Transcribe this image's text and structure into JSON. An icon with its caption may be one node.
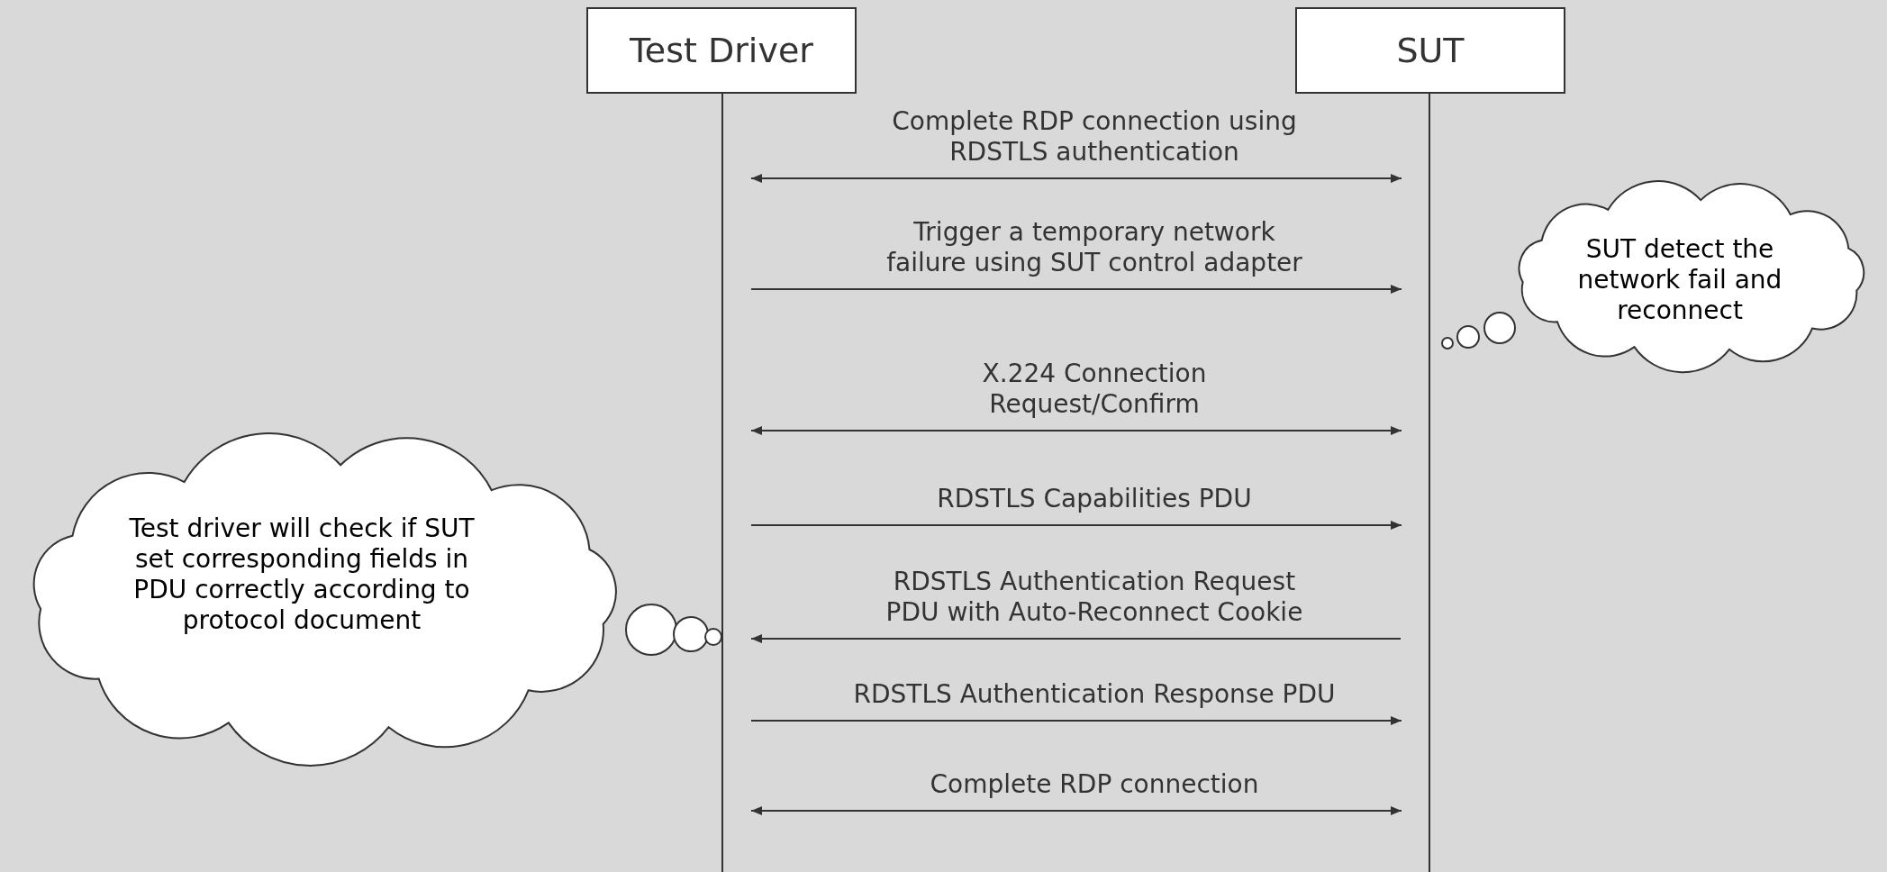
{
  "diagram": {
    "nodes": [
      {
        "text": [
          "Test Driver"
        ]
      },
      {
        "text": [
          "SUT"
        ]
      },
      {
        "text": [
          "SUT detect the network fail and reconnect"
        ]
      },
      {
        "text": [
          "Test driver will check if SUT set corresponding fields in PDU correctly according to protocol document"
        ]
      }
    ],
    "edges": [
      {
        "from": 0,
        "to": 1,
        "arrow": "both",
        "label": "Complete RDP connection using RDSTLS authentication"
      },
      {
        "from": 0,
        "to": 1,
        "arrow": "to",
        "label": "Trigger a temporary network failure using SUT control adapter"
      },
      {
        "from": 0,
        "to": 1,
        "arrow": "both",
        "label": "X.224 Connection Request/Confirm"
      },
      {
        "from": 0,
        "to": 1,
        "arrow": "to",
        "label": "RDSTLS Capabilities PDU"
      },
      {
        "from": 1,
        "to": 0,
        "arrow": "to",
        "label": "RDSTLS Authentication Request PDU with Auto-Reconnect Cookie"
      },
      {
        "from": 0,
        "to": 1,
        "arrow": "to",
        "label": "RDSTLS Authentication Response PDU"
      },
      {
        "from": 0,
        "to": 1,
        "arrow": "both",
        "label": "Complete RDP connection"
      }
    ]
  }
}
